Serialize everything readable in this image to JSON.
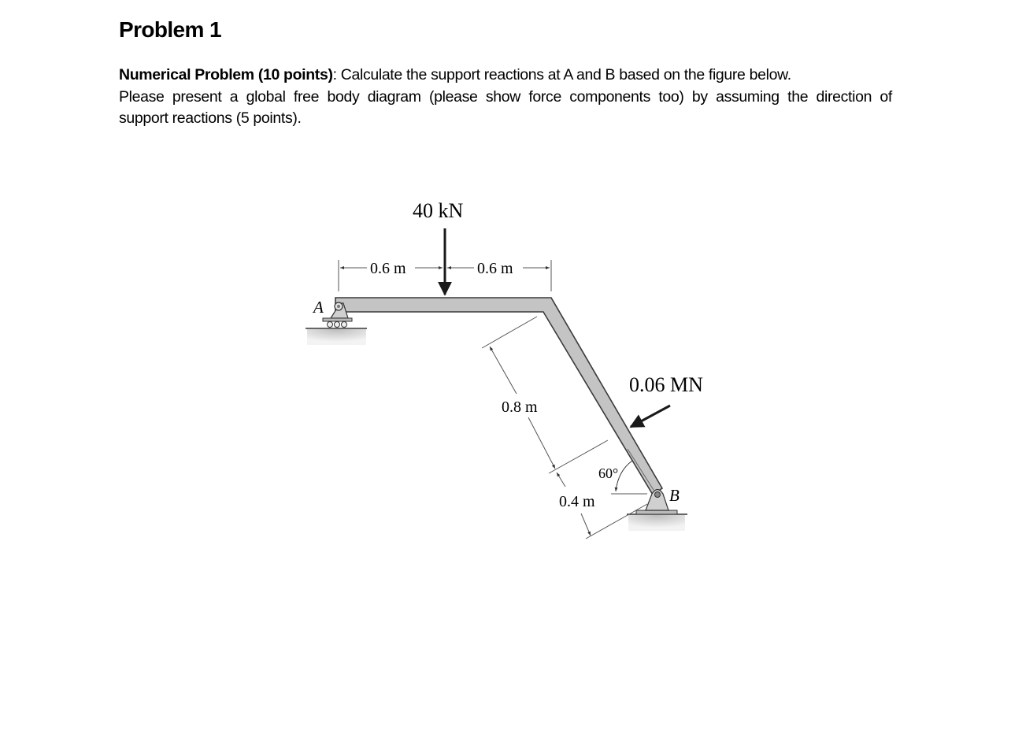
{
  "document": {
    "title": "Problem 1",
    "paragraph": {
      "lead_bold": "Numerical Problem (10 points)",
      "lead_rest": ": Calculate the support reactions at A and B based on the figure below.",
      "line2": "Please present a global free body diagram (please show force components too) by assuming the direction of",
      "line3": "support reactions (5 points)."
    }
  },
  "figure": {
    "support_a_label": "A",
    "support_b_label": "B",
    "load_vertical": "40 kN",
    "load_inclined": "0.06 MN",
    "dim_left": "0.6 m",
    "dim_right": "0.6 m",
    "dim_upper_inclined": "0.8 m",
    "dim_lower_inclined": "0.4 m",
    "angle": "60°",
    "colors": {
      "member_fill": "#c4c4c4",
      "member_edge": "#3a3a3a",
      "ground": "#d8d8d8",
      "dim_line": "#555555"
    }
  }
}
